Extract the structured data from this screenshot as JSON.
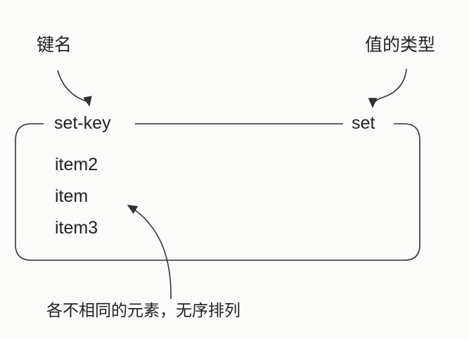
{
  "labels": {
    "key_name": "键名",
    "value_type": "值的类型",
    "elements_note": "各不相同的元素，无序排列"
  },
  "set": {
    "key": "set-key",
    "type": "set",
    "items": [
      "item2",
      "item",
      "item3"
    ]
  },
  "colors": {
    "ink": "#222222",
    "background": "#fbfbfa"
  }
}
